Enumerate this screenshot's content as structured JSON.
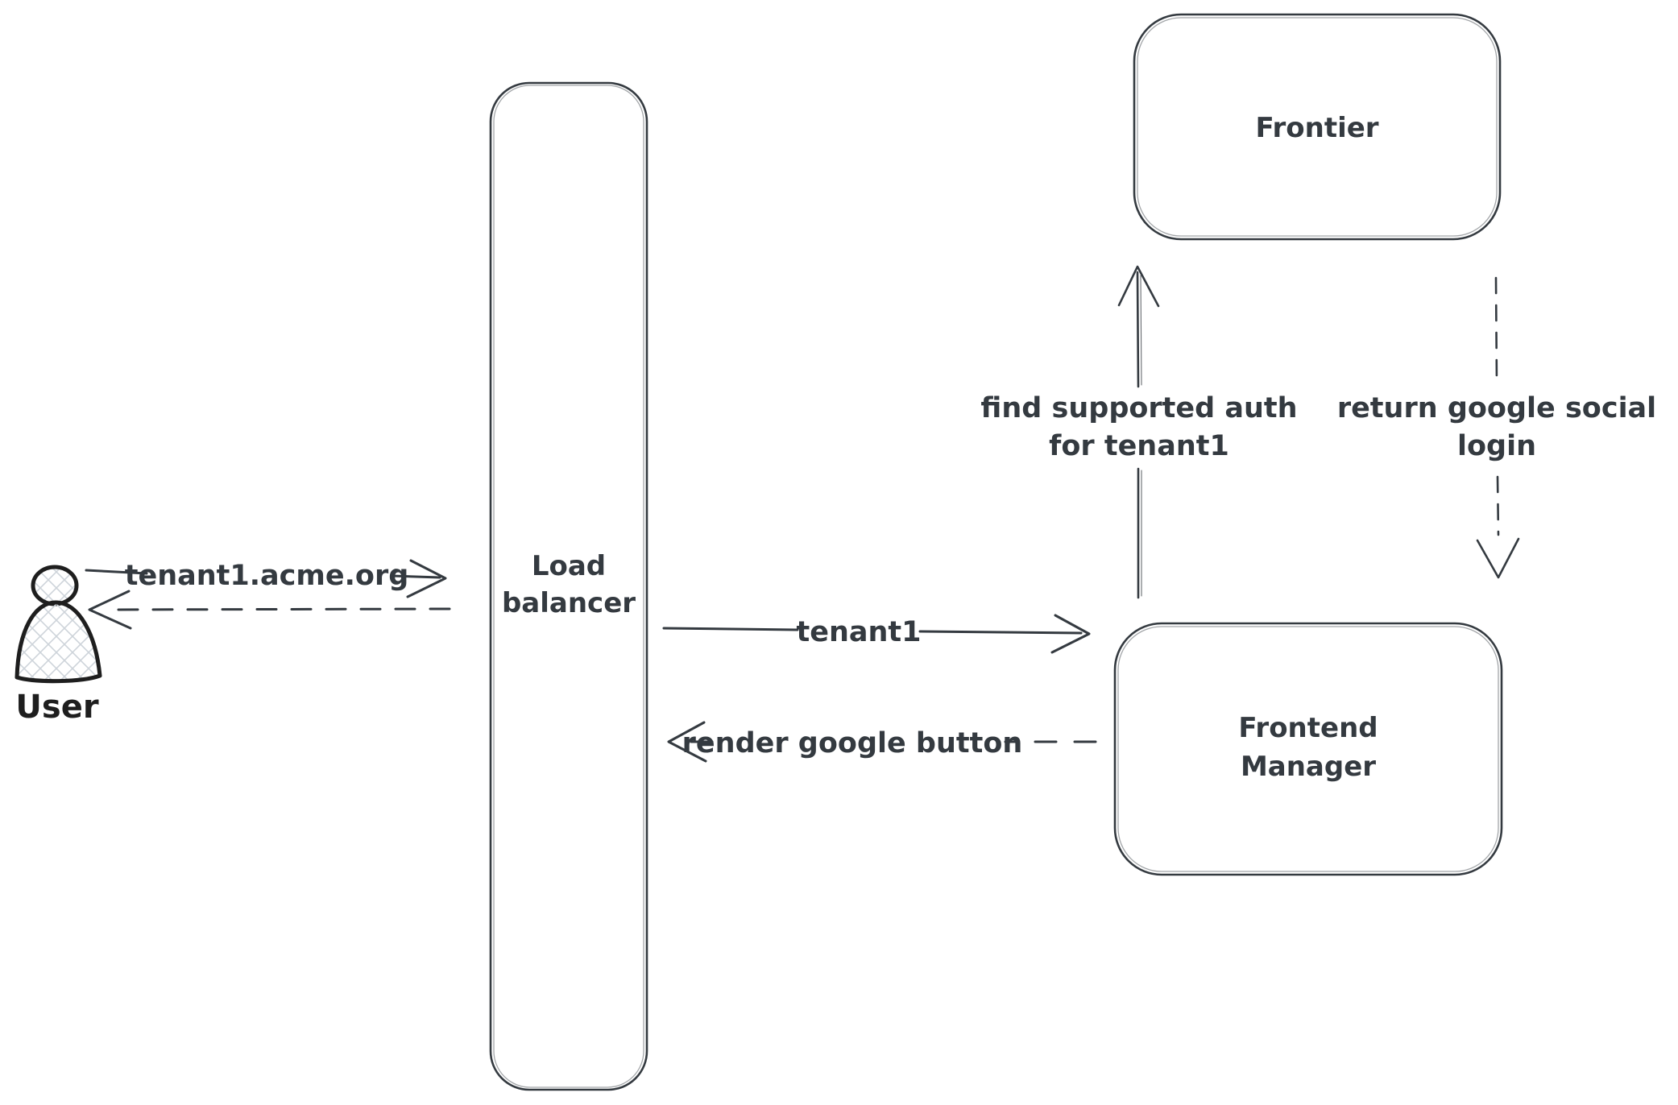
{
  "canvas": {
    "background": "#ffffff",
    "primary_stroke_color": "#343a40",
    "actor_stroke_color": "#1e1e1e",
    "hatch_fill_color": "#ced4da"
  },
  "nodes": {
    "user": {
      "label": "User",
      "shape": "person"
    },
    "load_balancer": {
      "lines": [
        "Load",
        "balancer"
      ],
      "shape": "rounded-rectangle"
    },
    "frontier": {
      "label": "Frontier",
      "shape": "rounded-rectangle"
    },
    "frontend_manager": {
      "lines": [
        "Frontend",
        "Manager"
      ],
      "shape": "rounded-rectangle"
    }
  },
  "edges": {
    "user_to_load_balancer": {
      "from": "User",
      "to": "Load balancer",
      "style": "solid",
      "label": "tenant1.acme.org"
    },
    "load_balancer_to_user": {
      "from": "Load balancer",
      "to": "User",
      "style": "dashed"
    },
    "load_balancer_to_frontend_manager": {
      "from": "Load balancer",
      "to": "Frontend Manager",
      "style": "solid",
      "label": "tenant1"
    },
    "frontend_manager_to_load_balancer": {
      "from": "Frontend Manager",
      "to": "Load balancer",
      "style": "dashed",
      "label": "render google button"
    },
    "frontend_manager_to_frontier": {
      "from": "Frontend Manager",
      "to": "Frontier",
      "style": "solid",
      "lines": [
        "find supported auth",
        "for tenant1"
      ]
    },
    "frontier_to_frontend_manager": {
      "from": "Frontier",
      "to": "Frontend Manager",
      "style": "dashed",
      "lines": [
        "return google social",
        "login"
      ]
    }
  }
}
